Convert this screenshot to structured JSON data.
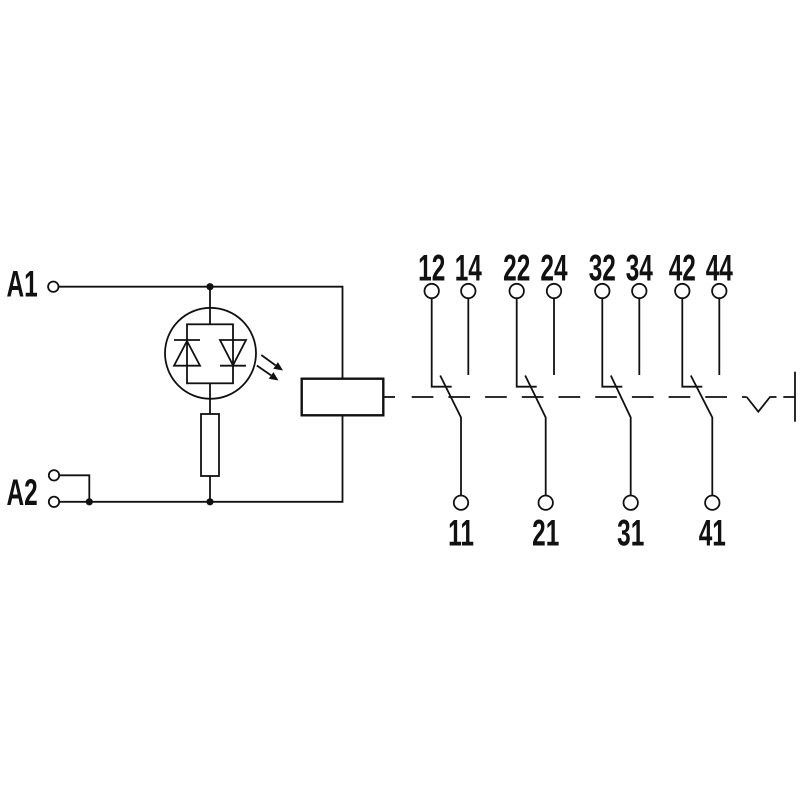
{
  "schematic": {
    "description": "relay module wiring diagram",
    "colors": {
      "line": "#111111",
      "background": "#ffffff"
    },
    "coil": {
      "a1_label": "A1",
      "a2_label": "A2"
    },
    "contacts": [
      {
        "nc_label": "12",
        "no_label": "14",
        "common_label": "11"
      },
      {
        "nc_label": "22",
        "no_label": "24",
        "common_label": "21"
      },
      {
        "nc_label": "32",
        "no_label": "34",
        "common_label": "31"
      },
      {
        "nc_label": "42",
        "no_label": "44",
        "common_label": "41"
      }
    ],
    "symbols": [
      "coil-terminal",
      "led-bidirectional-indicator",
      "resistor",
      "relay-coil",
      "changeover-contact",
      "mechanical-linkage",
      "test-actuator"
    ]
  }
}
